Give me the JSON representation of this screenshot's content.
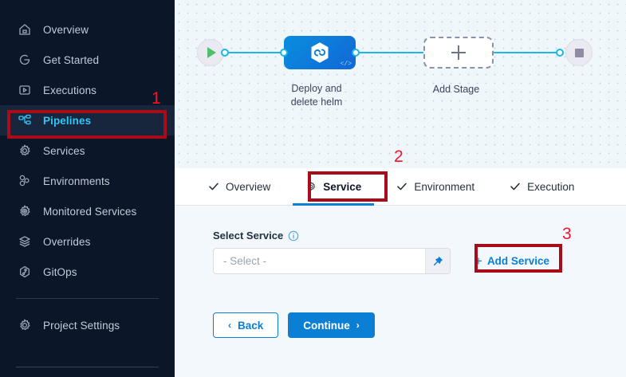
{
  "sidebar": {
    "items": [
      {
        "label": "Overview",
        "icon": "home-icon",
        "active": false
      },
      {
        "label": "Get Started",
        "icon": "rocket-circle-icon",
        "active": false
      },
      {
        "label": "Executions",
        "icon": "play-box-icon",
        "active": false
      },
      {
        "label": "Pipelines",
        "icon": "pipeline-nodes-icon",
        "active": true
      },
      {
        "label": "Services",
        "icon": "gear-icon",
        "active": false
      },
      {
        "label": "Environments",
        "icon": "environments-nodes-icon",
        "active": false
      },
      {
        "label": "Monitored Services",
        "icon": "monitored-gear-icon",
        "active": false
      },
      {
        "label": "Overrides",
        "icon": "layers-icon",
        "active": false
      },
      {
        "label": "GitOps",
        "icon": "gitops-icon",
        "active": false
      }
    ],
    "settings": {
      "label": "Project Settings",
      "icon": "gear-icon"
    }
  },
  "canvas": {
    "start_node": {
      "name": "pipeline-start",
      "icon": "play-icon"
    },
    "end_node": {
      "name": "pipeline-end",
      "icon": "stop-icon"
    },
    "stage": {
      "label": "Deploy and\ndelete helm",
      "label_line1": "Deploy and",
      "label_line2": "delete helm",
      "icon": "helm-hexagon-icon",
      "code_badge": "</>"
    },
    "add_stage": {
      "label": "Add Stage",
      "icon": "plus-icon"
    },
    "colors": {
      "connector": "#19b7ea",
      "stage_blue": "#0a8ede",
      "canvas_bg": "#f0f7fb"
    }
  },
  "tabs": [
    {
      "label": "Overview",
      "icon": "check-icon",
      "active": false
    },
    {
      "label": "Service",
      "icon": "gear-icon",
      "active": true
    },
    {
      "label": "Environment",
      "icon": "check-icon",
      "active": false
    },
    {
      "label": "Execution",
      "icon": "check-icon",
      "active": false
    }
  ],
  "form": {
    "select_service": {
      "label": "Select Service",
      "info_icon": "info-icon",
      "value": "- Select -",
      "placeholder": "- Select -",
      "pin_icon": "pin-icon"
    },
    "add_service": {
      "label": "Add Service",
      "plus": "+"
    },
    "back_button": {
      "label": "Back",
      "chevron": "‹"
    },
    "continue_button": {
      "label": "Continue",
      "chevron": "›"
    }
  },
  "annotations": {
    "accent_color": "#a80c19",
    "number_color": "#f5132e",
    "markers": [
      {
        "number": "1",
        "target": "sidebar-item-pipelines"
      },
      {
        "number": "2",
        "target": "tab-service"
      },
      {
        "number": "3",
        "target": "add-service-button"
      }
    ]
  }
}
